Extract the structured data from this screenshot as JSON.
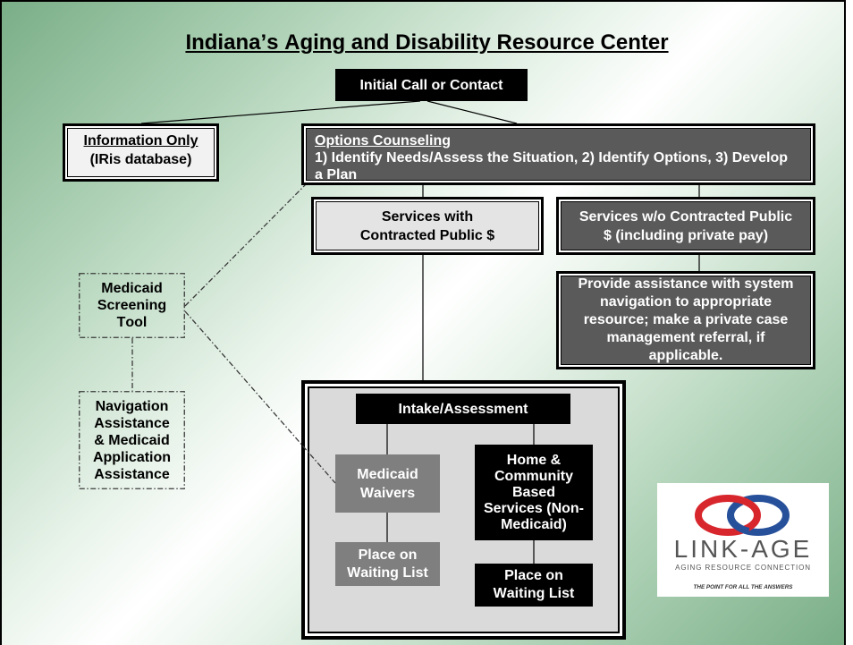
{
  "title": "Indiana’s Aging and Disability Resource Center",
  "initial_contact": "Initial Call or Contact",
  "information_only": {
    "heading": "Information Only",
    "subtext": "(IRis database)"
  },
  "options_counseling": {
    "heading": "Options Counseling",
    "steps": "1) Identify Needs/Assess the Situation, 2) Identify Options, 3) Develop a Plan"
  },
  "services_with_public_funds": "Services with Contracted Public $",
  "services_without_public_funds": "Services w/o Contracted Public $ (including private pay)",
  "navigation_referral": "Provide assistance with system navigation to appropriate resource; make a private case management referral, if applicable.",
  "medicaid_screening_tool": "Medicaid Screening Tool",
  "navigation_application_assistance": "Navigation Assistance & Medicaid Application Assistance",
  "intake_panel": {
    "intake": "Intake/Assessment",
    "medicaid_waivers": "Medicaid Waivers",
    "waivers_waiting_list": "Place on Waiting List",
    "home_community_services": "Home & Community Based Services (Non-Medicaid)",
    "hcbs_waiting_list": "Place on Waiting List"
  },
  "logo": {
    "name": "LINK-AGE",
    "tagline": "AGING RESOURCE CONNECTION",
    "slogan": "THE POINT FOR ALL THE ANSWERS"
  },
  "colors": {
    "background_green": "#79ae87",
    "dark_box": "#5a5a5a",
    "medium_box": "#7f7f7f",
    "light_box": "#e4e4e4",
    "black_box": "#000000",
    "panel_fill": "#dadada",
    "logo_red": "#d8262d",
    "logo_blue": "#27509b"
  }
}
